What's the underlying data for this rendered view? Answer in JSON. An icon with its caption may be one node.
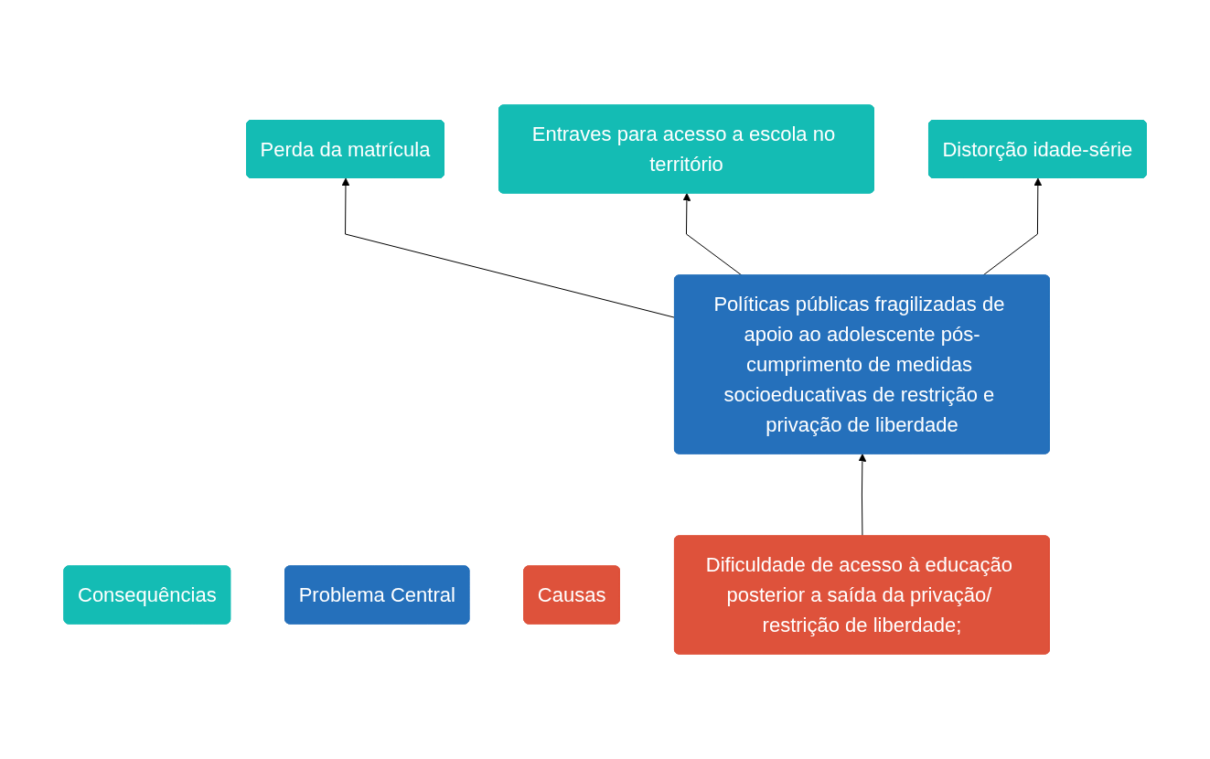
{
  "diagram": {
    "nodes": [
      {
        "text": [
          "Consequências"
        ]
      },
      {
        "text": [
          "Perda da matrícula"
        ]
      },
      {
        "text": [
          "Entraves para acesso a escola no território"
        ]
      },
      {
        "text": [
          "Distorção idade-série"
        ]
      },
      {
        "text": [
          "Problema Central"
        ]
      },
      {
        "text": [
          "Políticas públicas fragilizadas de apoio ao adolescente pós-cumprimento de medidas socioeducativas de restrição e privação de liberdade"
        ]
      },
      {
        "text": [
          "Causas"
        ]
      },
      {
        "text": [
          "Dificuldade de acesso à educação posterior a saída da privação/ restrição de liberdade;"
        ]
      }
    ],
    "edges": [
      {
        "from": 5,
        "to": 1,
        "arrow": "to"
      },
      {
        "from": 5,
        "to": 2,
        "arrow": "to"
      },
      {
        "from": 5,
        "to": 3,
        "arrow": "to"
      },
      {
        "from": 7,
        "to": 5,
        "arrow": "to"
      }
    ]
  }
}
